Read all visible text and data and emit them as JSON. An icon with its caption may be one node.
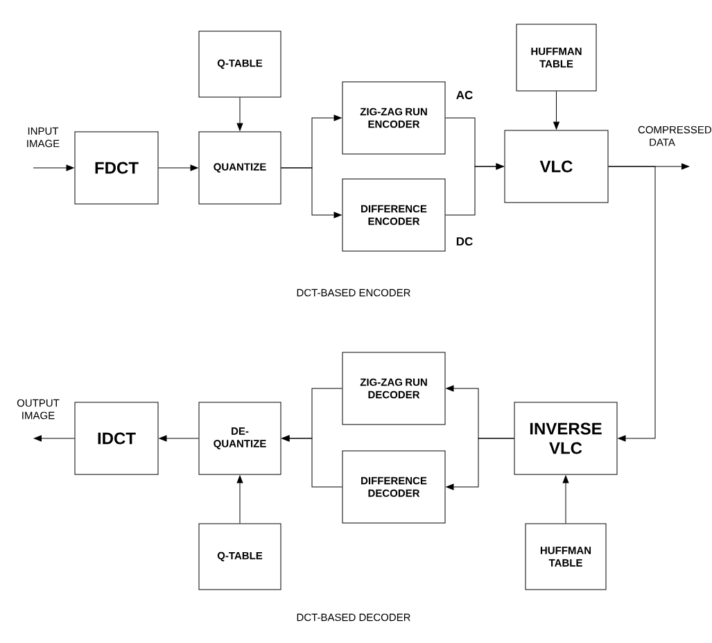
{
  "diagram": {
    "nodes": [
      {
        "text": [
          "Q-TABLE"
        ]
      },
      {
        "text": [
          "FDCT"
        ]
      },
      {
        "text": [
          "QUANTIZE"
        ]
      },
      {
        "text": [
          "ZIG-ZAG RUN ENCODER"
        ]
      },
      {
        "text": [
          "DIFFERENCE ENCODER"
        ]
      },
      {
        "text": [
          "VLC"
        ]
      },
      {
        "text": [
          "HUFFMAN TABLE"
        ]
      },
      {
        "text": [
          "ZIG-ZAG RUN DECODER"
        ]
      },
      {
        "text": [
          "DIFFERENCE DECODER"
        ]
      },
      {
        "text": [
          "IDCT"
        ]
      },
      {
        "text": [
          "DE-QUANTIZE"
        ]
      },
      {
        "text": [
          "INVERSE VLC"
        ]
      },
      {
        "text": [
          "Q-TABLE"
        ]
      },
      {
        "text": [
          "HUFFMAN TABLE"
        ]
      }
    ],
    "edges": [
      {
        "from": null,
        "to": 1,
        "arrow": "to",
        "label": "INPUT IMAGE"
      },
      {
        "from": 1,
        "to": 2,
        "arrow": "to"
      },
      {
        "from": 0,
        "to": 2,
        "arrow": "to"
      },
      {
        "from": 2,
        "to": 3,
        "arrow": "to"
      },
      {
        "from": 2,
        "to": 4,
        "arrow": "to"
      },
      {
        "from": 3,
        "to": 5,
        "arrow": "to"
      },
      {
        "from": 4,
        "to": 5,
        "arrow": "to"
      },
      {
        "from": 6,
        "to": 5,
        "arrow": "to"
      },
      {
        "from": 5,
        "to": null,
        "arrow": "to",
        "label": "COMPRESSED DATA"
      },
      {
        "from": 5,
        "to": 11,
        "arrow": "to"
      },
      {
        "from": 11,
        "to": 7,
        "arrow": "to"
      },
      {
        "from": 11,
        "to": 8,
        "arrow": "to"
      },
      {
        "from": 7,
        "to": 10,
        "arrow": "to"
      },
      {
        "from": 8,
        "to": 10,
        "arrow": "to"
      },
      {
        "from": 12,
        "to": 10,
        "arrow": "to"
      },
      {
        "from": 10,
        "to": 9,
        "arrow": "to"
      },
      {
        "from": 9,
        "to": null,
        "arrow": "to",
        "label": "OUTPUT IMAGE"
      },
      {
        "from": 13,
        "to": 11,
        "arrow": "to"
      }
    ],
    "labels": [
      "AC",
      "DC",
      "DCT-BASED ENCODER",
      "DCT-BASED DECODER"
    ]
  }
}
